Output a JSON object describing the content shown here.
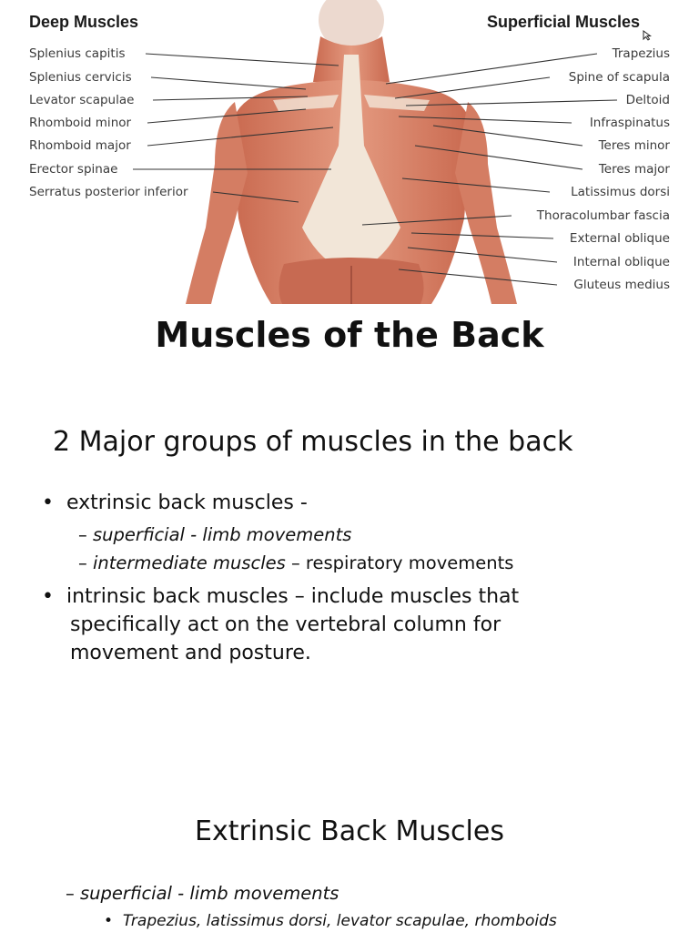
{
  "figure": {
    "deep_header": "Deep Muscles",
    "superficial_header": "Superficial Muscles",
    "deep_labels": [
      "Splenius capitis",
      "Splenius cervicis",
      "Levator scapulae",
      "Rhomboid minor",
      "Rhomboid major",
      "Erector spinae",
      "Serratus posterior inferior"
    ],
    "superficial_labels": [
      "Trapezius",
      "Spine of scapula",
      "Deltoid",
      "Infraspinatus",
      "Teres minor",
      "Teres major",
      "Latissimus dorsi",
      "Thoracolumbar fascia",
      "External oblique",
      "Internal oblique",
      "Gluteus medius"
    ],
    "colors": {
      "muscle": "#d9826a",
      "muscle_dark": "#b85a45",
      "fascia": "#f2e6d8",
      "line": "#333333"
    }
  },
  "slide1": {
    "title": "Muscles of the Back",
    "heading": "2 Major groups of muscles in the back",
    "bullet1": "extrinsic back muscles  -",
    "sub1_italic": "superficial  - limb movements",
    "sub2_italic": "intermediate muscles",
    "sub2_rest": " – respiratory movements",
    "bullet2_lines": [
      "intrinsic back muscles – include  muscles that",
      "specifically act on the vertebral column for",
      "movement and posture."
    ]
  },
  "slide2": {
    "title": "Extrinsic Back Muscles",
    "sub_italic": "superficial  - limb movements",
    "bullet": "Trapezius, latissimus dorsi, levator scapulae, rhomboids"
  }
}
